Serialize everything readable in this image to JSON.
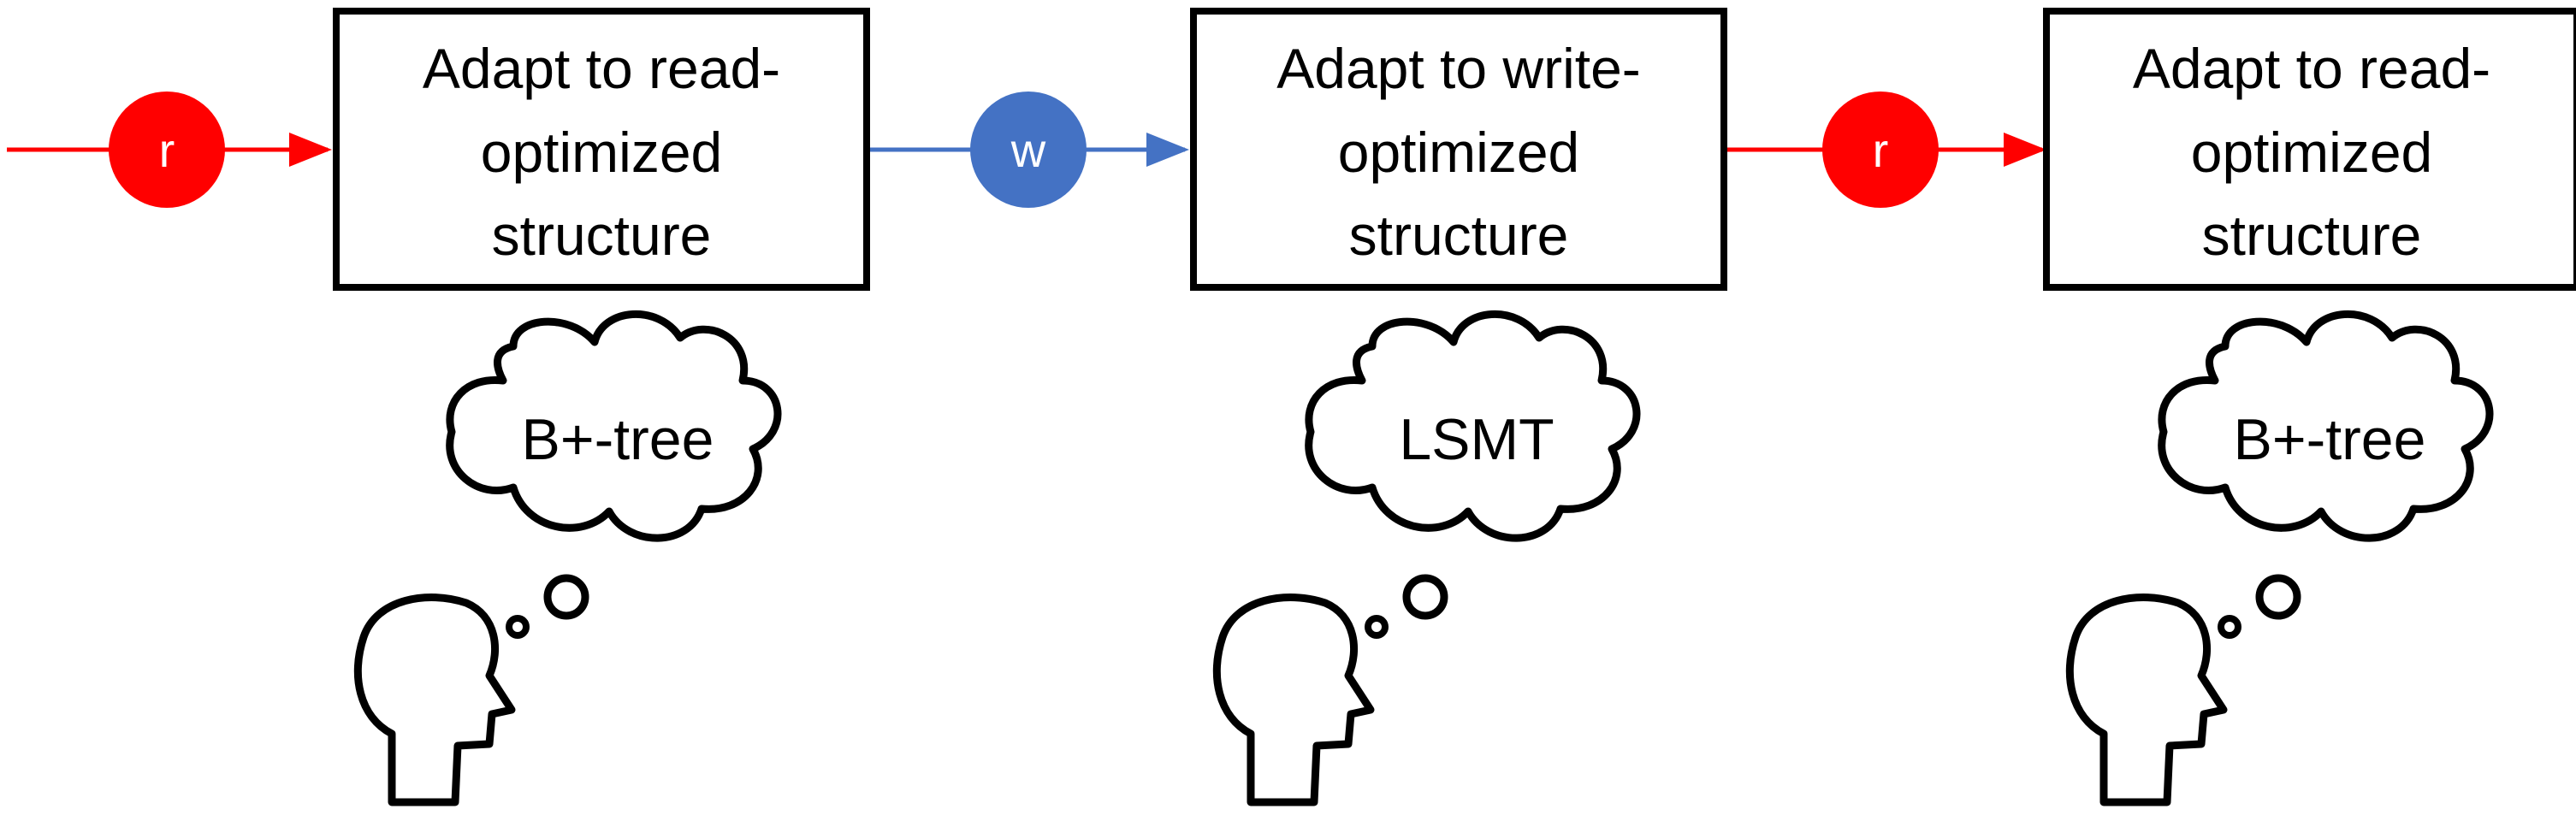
{
  "colors": {
    "read": "#FF0000",
    "write": "#4472C4",
    "stroke": "#000000"
  },
  "flow": [
    {
      "op": "r",
      "color": "read",
      "box_lines": [
        "Adapt to read-",
        "optimized",
        "structure"
      ],
      "thought": "B+-tree"
    },
    {
      "op": "w",
      "color": "write",
      "box_lines": [
        "Adapt to write-",
        "optimized",
        "structure"
      ],
      "thought": "LSMT"
    },
    {
      "op": "r",
      "color": "read",
      "box_lines": [
        "Adapt to read-",
        "optimized",
        "structure"
      ],
      "thought": "B+-tree"
    }
  ],
  "icons": [
    "arrow-icon",
    "thought-cloud-icon",
    "head-icon"
  ]
}
